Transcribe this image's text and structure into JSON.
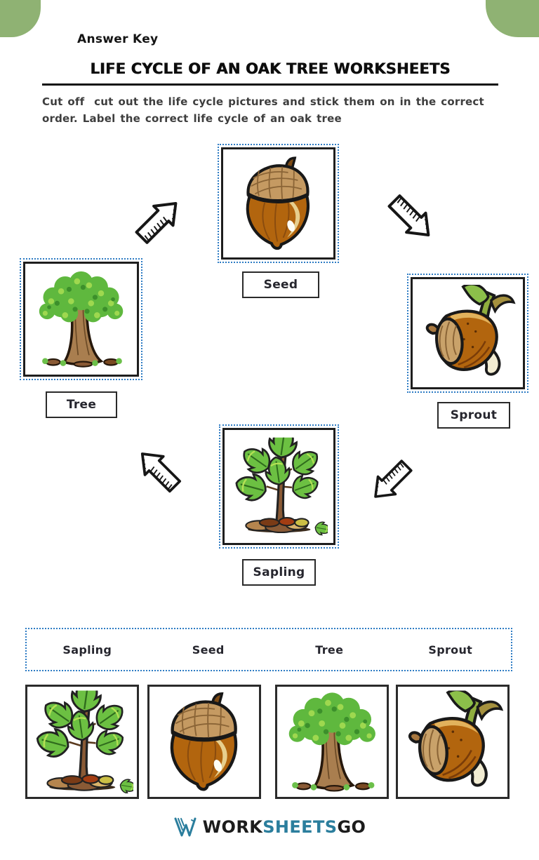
{
  "header": {
    "answer_key": "Answer Key",
    "title": "LIFE CYCLE OF AN OAK TREE WORKSHEETS",
    "instructions": "Cut off  cut out the life cycle pictures and stick them on in the correct order. Label the correct life cycle of an oak tree"
  },
  "cycle": {
    "stages": [
      {
        "label": "Seed",
        "art": "acorn"
      },
      {
        "label": "Sprout",
        "art": "sprouting-acorn"
      },
      {
        "label": "Sapling",
        "art": "sapling"
      },
      {
        "label": "Tree",
        "art": "oak-tree"
      }
    ]
  },
  "answer_strip": {
    "labels": [
      "Sapling",
      "Seed",
      "Tree",
      "Sprout"
    ]
  },
  "cutout_row": {
    "images": [
      "sapling",
      "acorn",
      "oak-tree",
      "sprouting-acorn"
    ]
  },
  "footer": {
    "logo_part1": "WORK",
    "logo_part2": "SHEETS",
    "logo_part3": "GO"
  },
  "colors": {
    "corner_green": "#8FB273",
    "dotted_border_blue": "#2E7CC4",
    "logo_teal": "#2B7E9D"
  }
}
